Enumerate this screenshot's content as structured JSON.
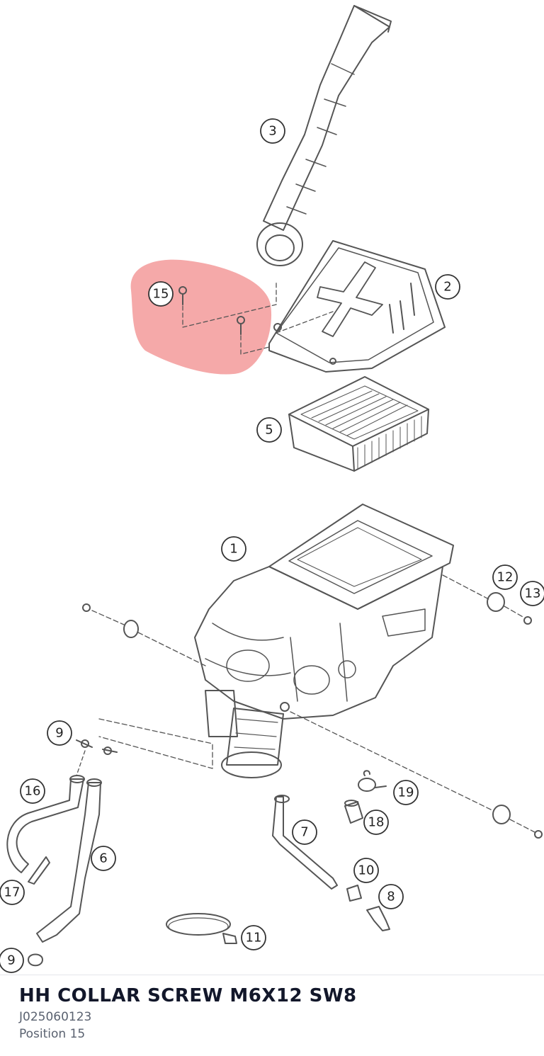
{
  "diagram": {
    "callouts": [
      "1",
      "2",
      "3",
      "5",
      "6",
      "7",
      "8",
      "9",
      "10",
      "11",
      "12",
      "13",
      "15",
      "16",
      "17",
      "18",
      "19",
      "9"
    ],
    "highlight_color": "#f39a9a",
    "line_color": "#555555"
  },
  "part": {
    "name": "HH COLLAR SCREW M6X12 SW8",
    "number": "J025060123",
    "position": "Position 15"
  }
}
